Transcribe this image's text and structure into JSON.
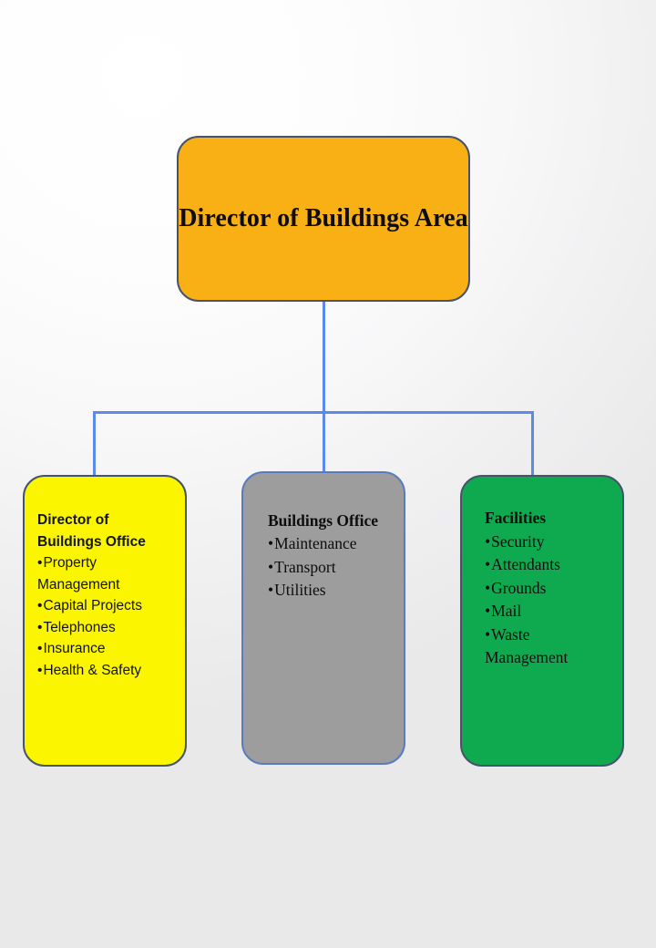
{
  "chart": {
    "type": "org-chart",
    "title": "Director of Buildings Area organisational chart",
    "colors": {
      "root_fill": "#f9b015",
      "yellow_fill": "#fbf500",
      "gray_fill": "#9d9d9d",
      "green_fill": "#0faa50",
      "connector": "#5b8ae8",
      "border_dark": "#44546a",
      "border_blue": "#5b7bbf",
      "text": "#0d0d0d"
    },
    "root": {
      "id": "director-buildings-area",
      "title": "Director of\nBuildings Area"
    },
    "children": [
      {
        "id": "director-buildings-office",
        "heading": "Director of\nBuildings Office",
        "items": [
          "Property\nManagement",
          "Capital Projects",
          "Telephones",
          "Insurance",
          "Health & Safety"
        ]
      },
      {
        "id": "buildings-office",
        "heading": "Buildings Office",
        "items": [
          "Maintenance",
          "Transport",
          "Utilities"
        ]
      },
      {
        "id": "facilities",
        "heading": "Facilities",
        "items": [
          "Security",
          "Attendants",
          "Grounds",
          "Mail",
          "Waste\nManagement"
        ]
      }
    ]
  }
}
